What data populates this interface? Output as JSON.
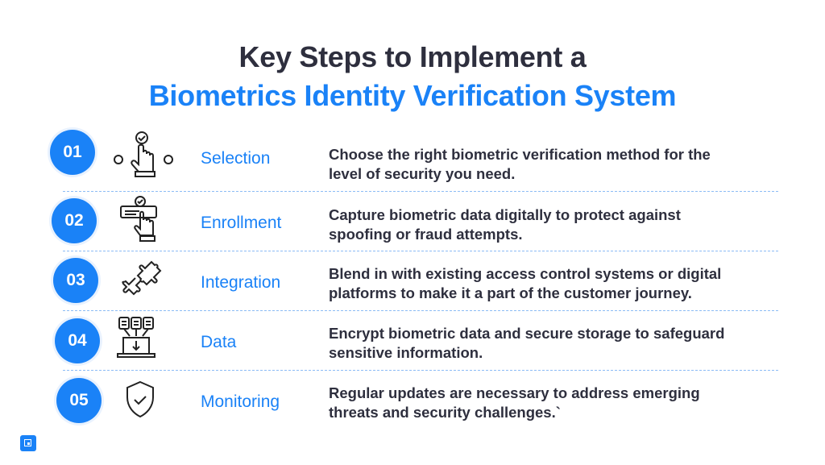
{
  "header": {
    "title_line1": "Key Steps to Implement a",
    "title_line2": "Biometrics Identity Verification System"
  },
  "steps": [
    {
      "number": "01",
      "label": "Selection",
      "icon": "hand-tap-check-icon",
      "description_line1": "Choose the right biometric verification method for the",
      "description_line2": "level of security you need."
    },
    {
      "number": "02",
      "label": "Enrollment",
      "icon": "hand-form-check-icon",
      "description_line1": "Capture biometric data digitally to protect against",
      "description_line2": "spoofing or fraud attempts."
    },
    {
      "number": "03",
      "label": "Integration",
      "icon": "puzzle-pieces-icon",
      "description_line1": "Blend in with existing access control systems or digital",
      "description_line2": "platforms to make it a part of the customer journey."
    },
    {
      "number": "04",
      "label": "Data",
      "icon": "laptop-documents-download-icon",
      "description_line1": "Encrypt biometric data and secure storage to safeguard",
      "description_line2": "sensitive information."
    },
    {
      "number": "05",
      "label": "Monitoring",
      "icon": "shield-check-icon",
      "description_line1": "Regular updates are necessary to address emerging",
      "description_line2": "threats and security challenges.`"
    }
  ],
  "colors": {
    "accent": "#1a82f7",
    "text": "#2e2f3e",
    "separator": "#8cbcf5"
  },
  "footer": {
    "logo": "square-logo-icon"
  }
}
